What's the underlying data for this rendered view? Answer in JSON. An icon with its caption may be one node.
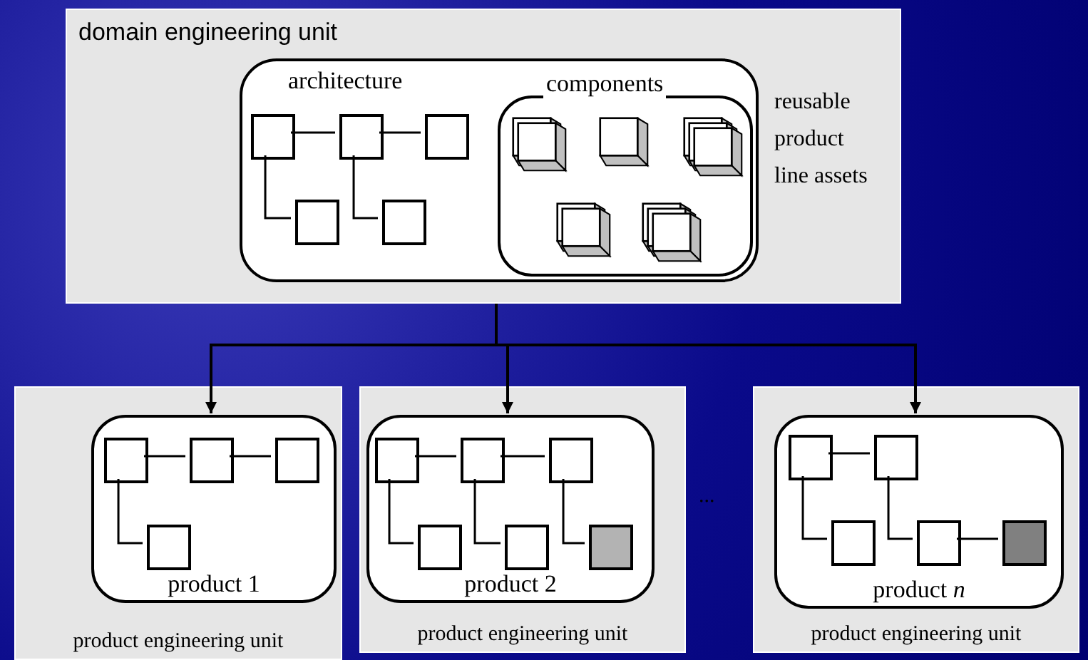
{
  "diagram": {
    "nodes": [
      {
        "text": [
          "domain engineering unit",
          "reusable product line assets"
        ]
      },
      {
        "text": [
          "architecture"
        ],
        "in": 0
      },
      {
        "text": [
          "components"
        ],
        "in": 1
      },
      {
        "text": [],
        "shape": "box",
        "in": 1
      },
      {
        "text": [],
        "shape": "box",
        "in": 1
      },
      {
        "text": [],
        "shape": "box",
        "in": 1
      },
      {
        "text": [],
        "shape": "box",
        "in": 1
      },
      {
        "text": [],
        "shape": "box",
        "in": 1
      },
      {
        "text": [],
        "shape": "cube",
        "in": 2
      },
      {
        "text": [],
        "shape": "cube",
        "in": 2
      },
      {
        "text": [],
        "shape": "cube",
        "in": 2
      },
      {
        "text": [],
        "shape": "cube",
        "in": 2
      },
      {
        "text": [],
        "shape": "cube",
        "in": 2
      },
      {
        "text": [
          "product engineering unit"
        ]
      },
      {
        "text": [
          "product 1"
        ],
        "in": 13
      },
      {
        "text": [],
        "shape": "box",
        "in": 14
      },
      {
        "text": [],
        "shape": "box",
        "in": 14
      },
      {
        "text": [],
        "shape": "box",
        "in": 14
      },
      {
        "text": [],
        "shape": "box",
        "in": 14
      },
      {
        "text": [
          "product engineering unit"
        ]
      },
      {
        "text": [
          "product 2"
        ],
        "in": 19
      },
      {
        "text": [],
        "shape": "box",
        "in": 20
      },
      {
        "text": [],
        "shape": "box",
        "in": 20
      },
      {
        "text": [],
        "shape": "box",
        "in": 20
      },
      {
        "text": [],
        "shape": "box",
        "in": 20
      },
      {
        "text": [],
        "shape": "box",
        "in": 20
      },
      {
        "text": [],
        "shape": "box",
        "in": 20
      },
      {
        "text": [
          "product engineering unit"
        ]
      },
      {
        "text": [
          "product *n*"
        ],
        "in": 27
      },
      {
        "text": [],
        "shape": "box",
        "in": 28
      },
      {
        "text": [],
        "shape": "box",
        "in": 28
      },
      {
        "text": [],
        "shape": "box",
        "in": 28
      },
      {
        "text": [],
        "shape": "box",
        "in": 28
      },
      {
        "text": [],
        "shape": "box",
        "in": 28
      }
    ],
    "edges": [
      {
        "from": 0,
        "to": 14,
        "arrow": "to"
      },
      {
        "from": 0,
        "to": 20,
        "arrow": "to"
      },
      {
        "from": 0,
        "to": 28,
        "arrow": "to"
      },
      {
        "from": 3,
        "to": 4,
        "arrow": "none"
      },
      {
        "from": 4,
        "to": 5,
        "arrow": "none"
      },
      {
        "from": 3,
        "to": 6,
        "arrow": "none"
      },
      {
        "from": 4,
        "to": 7,
        "arrow": "none"
      },
      {
        "from": 15,
        "to": 16,
        "arrow": "none"
      },
      {
        "from": 16,
        "to": 17,
        "arrow": "none"
      },
      {
        "from": 15,
        "to": 18,
        "arrow": "none"
      },
      {
        "from": 21,
        "to": 22,
        "arrow": "none"
      },
      {
        "from": 22,
        "to": 23,
        "arrow": "none"
      },
      {
        "from": 21,
        "to": 24,
        "arrow": "none"
      },
      {
        "from": 22,
        "to": 25,
        "arrow": "none"
      },
      {
        "from": 23,
        "to": 26,
        "arrow": "none"
      },
      {
        "from": 29,
        "to": 30,
        "arrow": "none"
      },
      {
        "from": 29,
        "to": 31,
        "arrow": "none"
      },
      {
        "from": 30,
        "to": 32,
        "arrow": "none"
      },
      {
        "from": 32,
        "to": 33,
        "arrow": "none"
      }
    ],
    "labels": [
      "..."
    ]
  }
}
